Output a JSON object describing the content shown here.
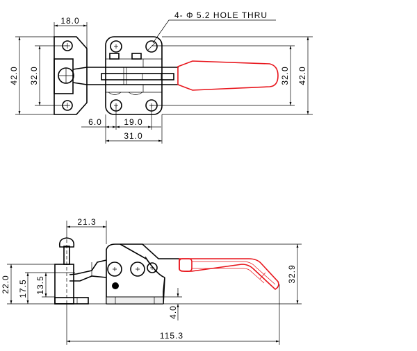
{
  "top_view": {
    "dims": {
      "base_width": "18.0",
      "overall_height_left": "42.0",
      "hole_spacing_left": "32.0",
      "hole_spacing_right": "32.0",
      "overall_height_right": "42.0",
      "hole_offset": "6.0",
      "hole_pitch": "19.0",
      "body_width": "31.0"
    },
    "note": "4- Φ 5.2 HOLE THRU"
  },
  "side_view": {
    "dims": {
      "spindle_offset": "21.3",
      "overall_height": "32.9",
      "base_height": "22.0",
      "spindle_height": "17.5",
      "arm_height": "13.5",
      "base_thickness": "4.0",
      "overall_length": "115.3"
    }
  },
  "colors": {
    "handle": "#e8141b",
    "line": "#000000"
  }
}
